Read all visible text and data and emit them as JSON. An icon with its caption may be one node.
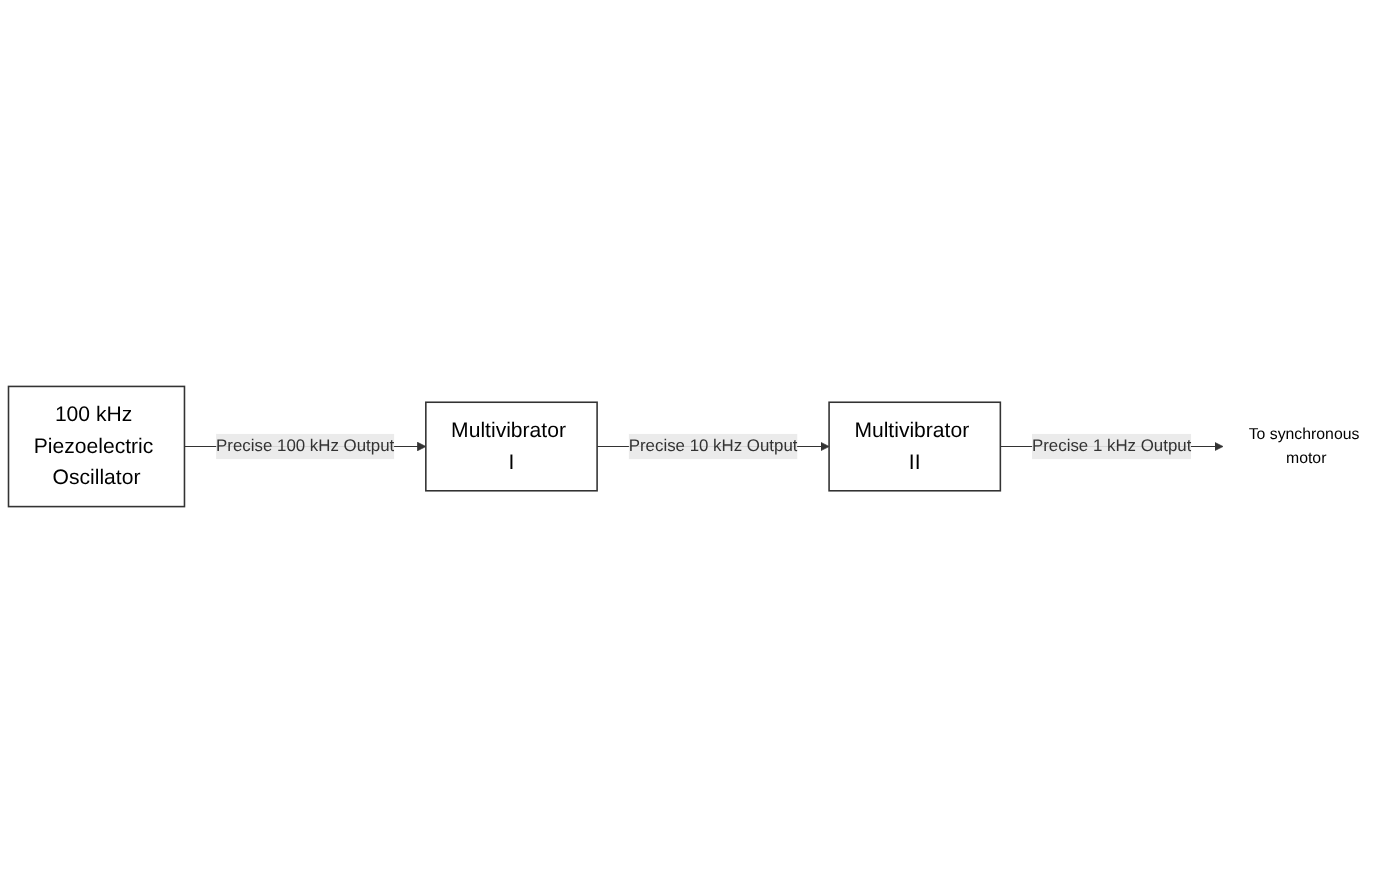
{
  "diagram": {
    "nodes": [
      {
        "text": [
          "100 kHz Piezoelectric Oscillator"
        ]
      },
      {
        "text": [
          "Multivibrator I"
        ]
      },
      {
        "text": [
          "Multivibrator II"
        ]
      },
      {
        "text": [
          "To synchronous motor"
        ]
      }
    ],
    "edges": [
      {
        "from": 0,
        "to": 1,
        "arrow": "to",
        "label": "Precise 100 kHz Output"
      },
      {
        "from": 1,
        "to": 2,
        "arrow": "to",
        "label": "Precise 10 kHz Output"
      },
      {
        "from": 2,
        "to": 3,
        "arrow": "to",
        "label": "Precise 1 kHz Output"
      }
    ]
  }
}
